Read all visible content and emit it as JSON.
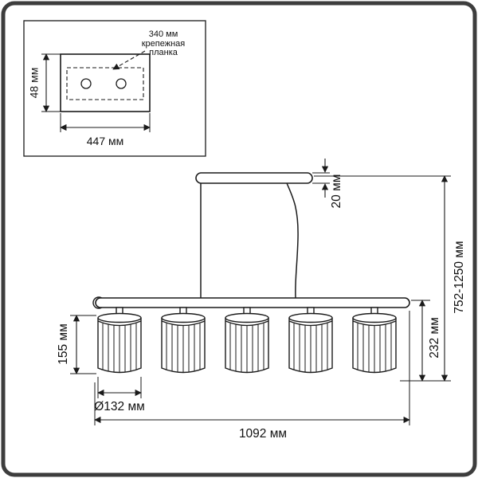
{
  "meta": {
    "ink_color": "#1a1a1a",
    "frame_color": "#3d3d3d",
    "figure_type": "pendant-light-dimension-diagram"
  },
  "inset": {
    "plate_width": "447 мм",
    "plate_height": "48 мм",
    "callout_dim": "340 мм",
    "callout_line1": "крепежная",
    "callout_line2": "планка"
  },
  "dims": {
    "canopy_height": "20 мм",
    "overall_height": "752-1250 мм",
    "drop_height": "232 мм",
    "shade_height": "155 мм",
    "shade_diameter": "Ø132 мм",
    "overall_width": "1092 мм"
  }
}
